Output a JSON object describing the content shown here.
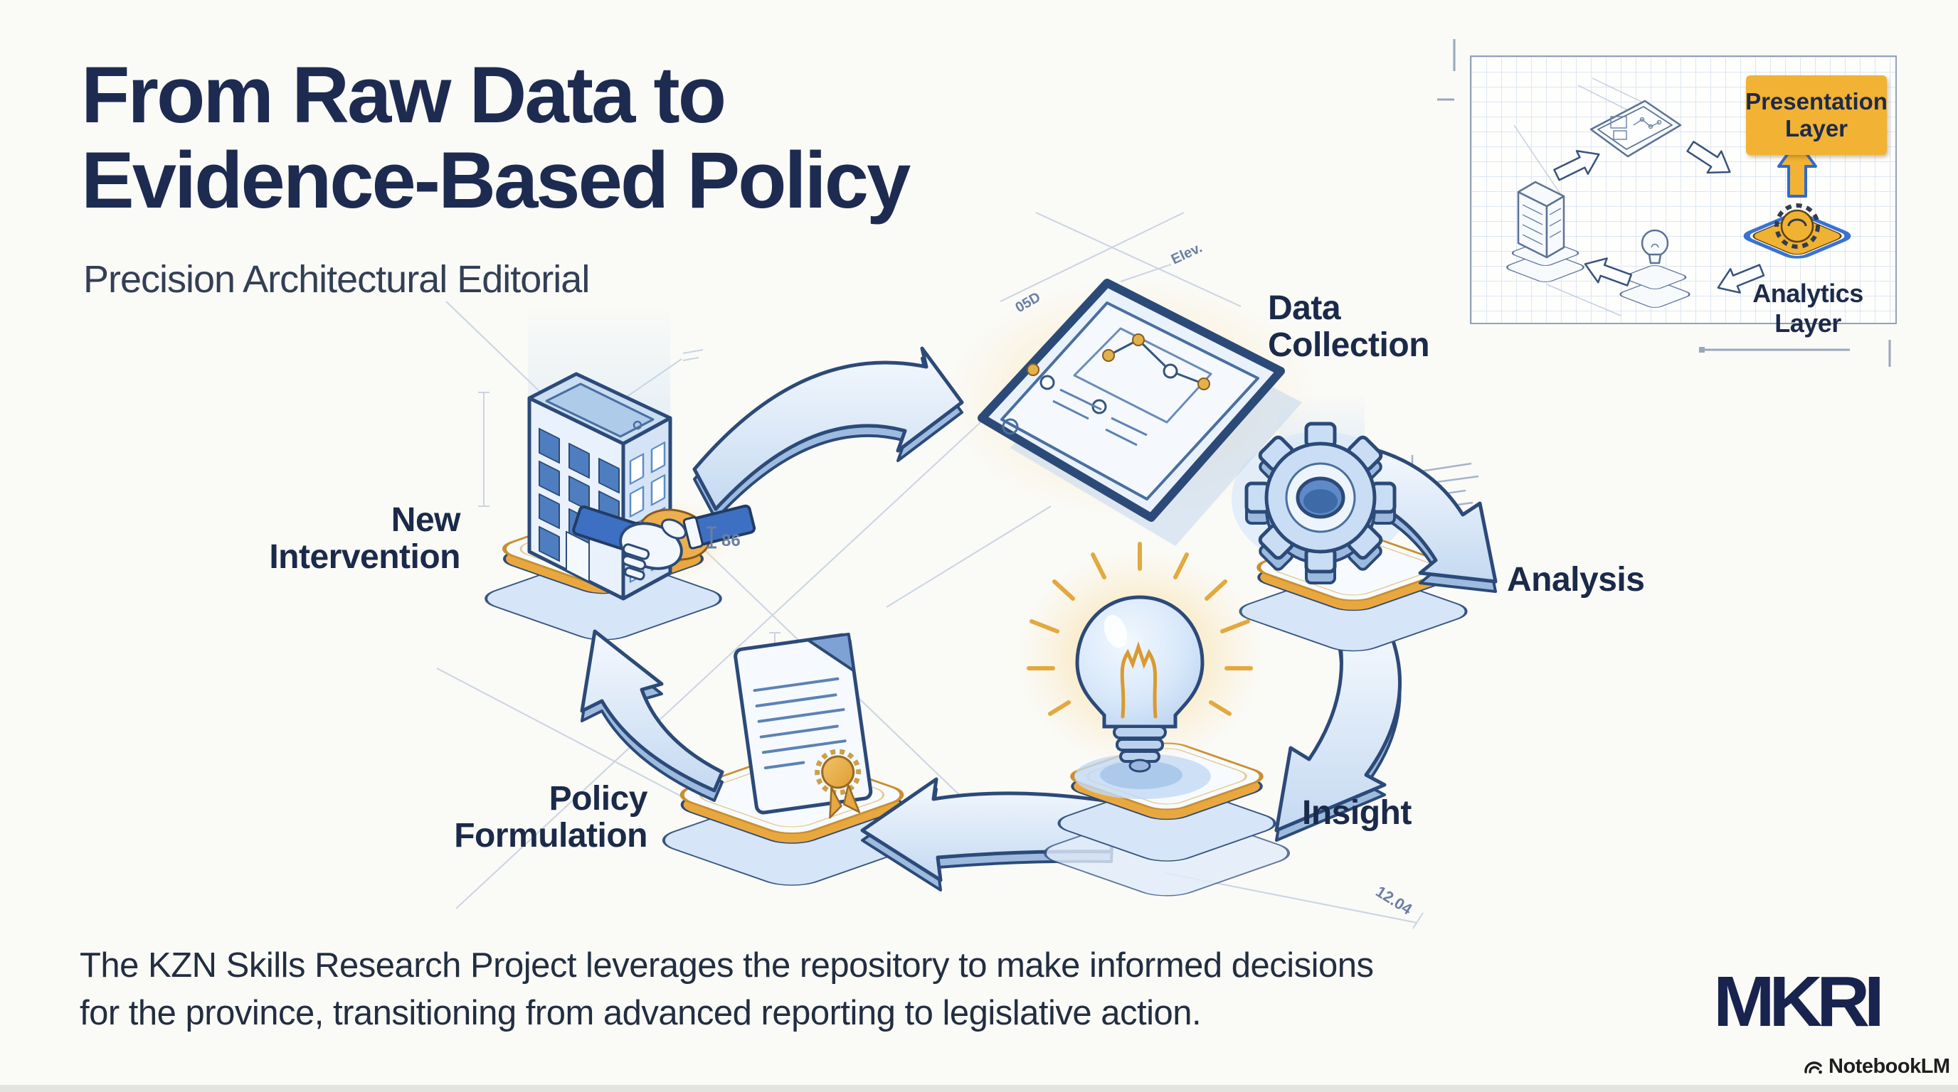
{
  "header": {
    "title_line1": "From Raw Data to",
    "title_line2": "Evidence-Based Policy",
    "subtitle": "Precision Architectural Editorial"
  },
  "inset": {
    "presentation_label": "Presentation\nLayer",
    "analytics_label": "Analytics Layer"
  },
  "stages": [
    {
      "id": "data-collection",
      "label": "Data\nCollection"
    },
    {
      "id": "analysis",
      "label": "Analysis"
    },
    {
      "id": "insight",
      "label": "Insight"
    },
    {
      "id": "policy-formulation",
      "label": "Policy\nFormulation"
    },
    {
      "id": "new-intervention",
      "label": "New\nIntervention"
    }
  ],
  "annotations": {
    "tablet_left": "05D",
    "tablet_right": "Elev.",
    "intervention_dim": "86",
    "insight_dim": "12.04"
  },
  "footer": {
    "text_line1": "The KZN Skills Research Project leverages the repository to make informed decisions",
    "text_line2": "for the province, transitioning from advanced reporting to legislative action.",
    "logo": "MKRI",
    "watermark": "NotebookLM"
  },
  "colors": {
    "accent_gold": "#E9A83F",
    "highlight_box": "#F2B233",
    "navy": "#1B2A49",
    "outline_blue": "#2C4A78",
    "platform_blue": "#D6E5F7"
  }
}
